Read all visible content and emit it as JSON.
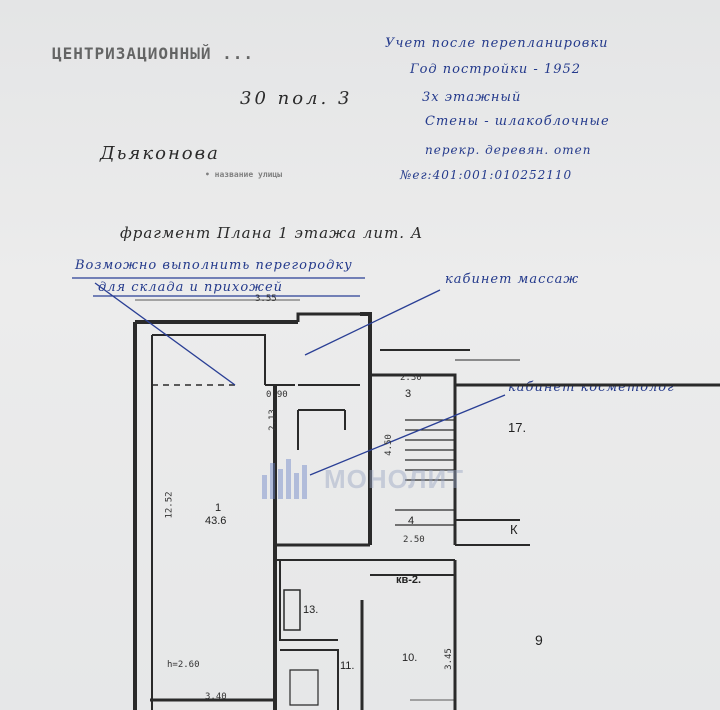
{
  "header": {
    "bureau": "ЦЕНТРИЗАЦИОННЫЙ ...",
    "address": "30 пол. 3",
    "street": "Дьяконова",
    "street_caption": "• название улицы",
    "plan_title": "фрагмент Плана 1 этажа лит. А"
  },
  "notes": {
    "line1": "Учет после перепланировки",
    "line2": "Год постройки - 1952",
    "line3": "3х этажный",
    "line4": "Стены - шлакоблочные",
    "line5": "перекр. деревян. отеп",
    "cadastral": "№ег:401:001:010252110"
  },
  "annotations": {
    "partition_line1": "Возможно выполнить перегородку",
    "partition_line2": "для склада и прихожей",
    "massage_room": "кабинет массаж",
    "cosmetology_room": "кабинет косметолог"
  },
  "dimensions": {
    "top": "3.55",
    "door": "0.90",
    "room1_length": "12.52",
    "corridor": "2.13",
    "stair_length": "4.50",
    "stair_width": "2.30",
    "room4_width": "2.50",
    "height": "h=2.60",
    "bottom": "3.40",
    "room10": "3.45"
  },
  "rooms": {
    "r1": {
      "number": "1",
      "area": "43.6"
    },
    "r3": {
      "number": "3"
    },
    "r4": {
      "number": "4"
    },
    "r17": {
      "number": "17."
    },
    "rk": {
      "number": "К"
    },
    "r9": {
      "number": "9"
    },
    "r10": {
      "number": "10."
    },
    "r11": {
      "number": "11."
    },
    "r13": {
      "number": "13."
    },
    "apartment": "кв-2."
  },
  "watermark": {
    "text": "МОНОЛИТ"
  }
}
